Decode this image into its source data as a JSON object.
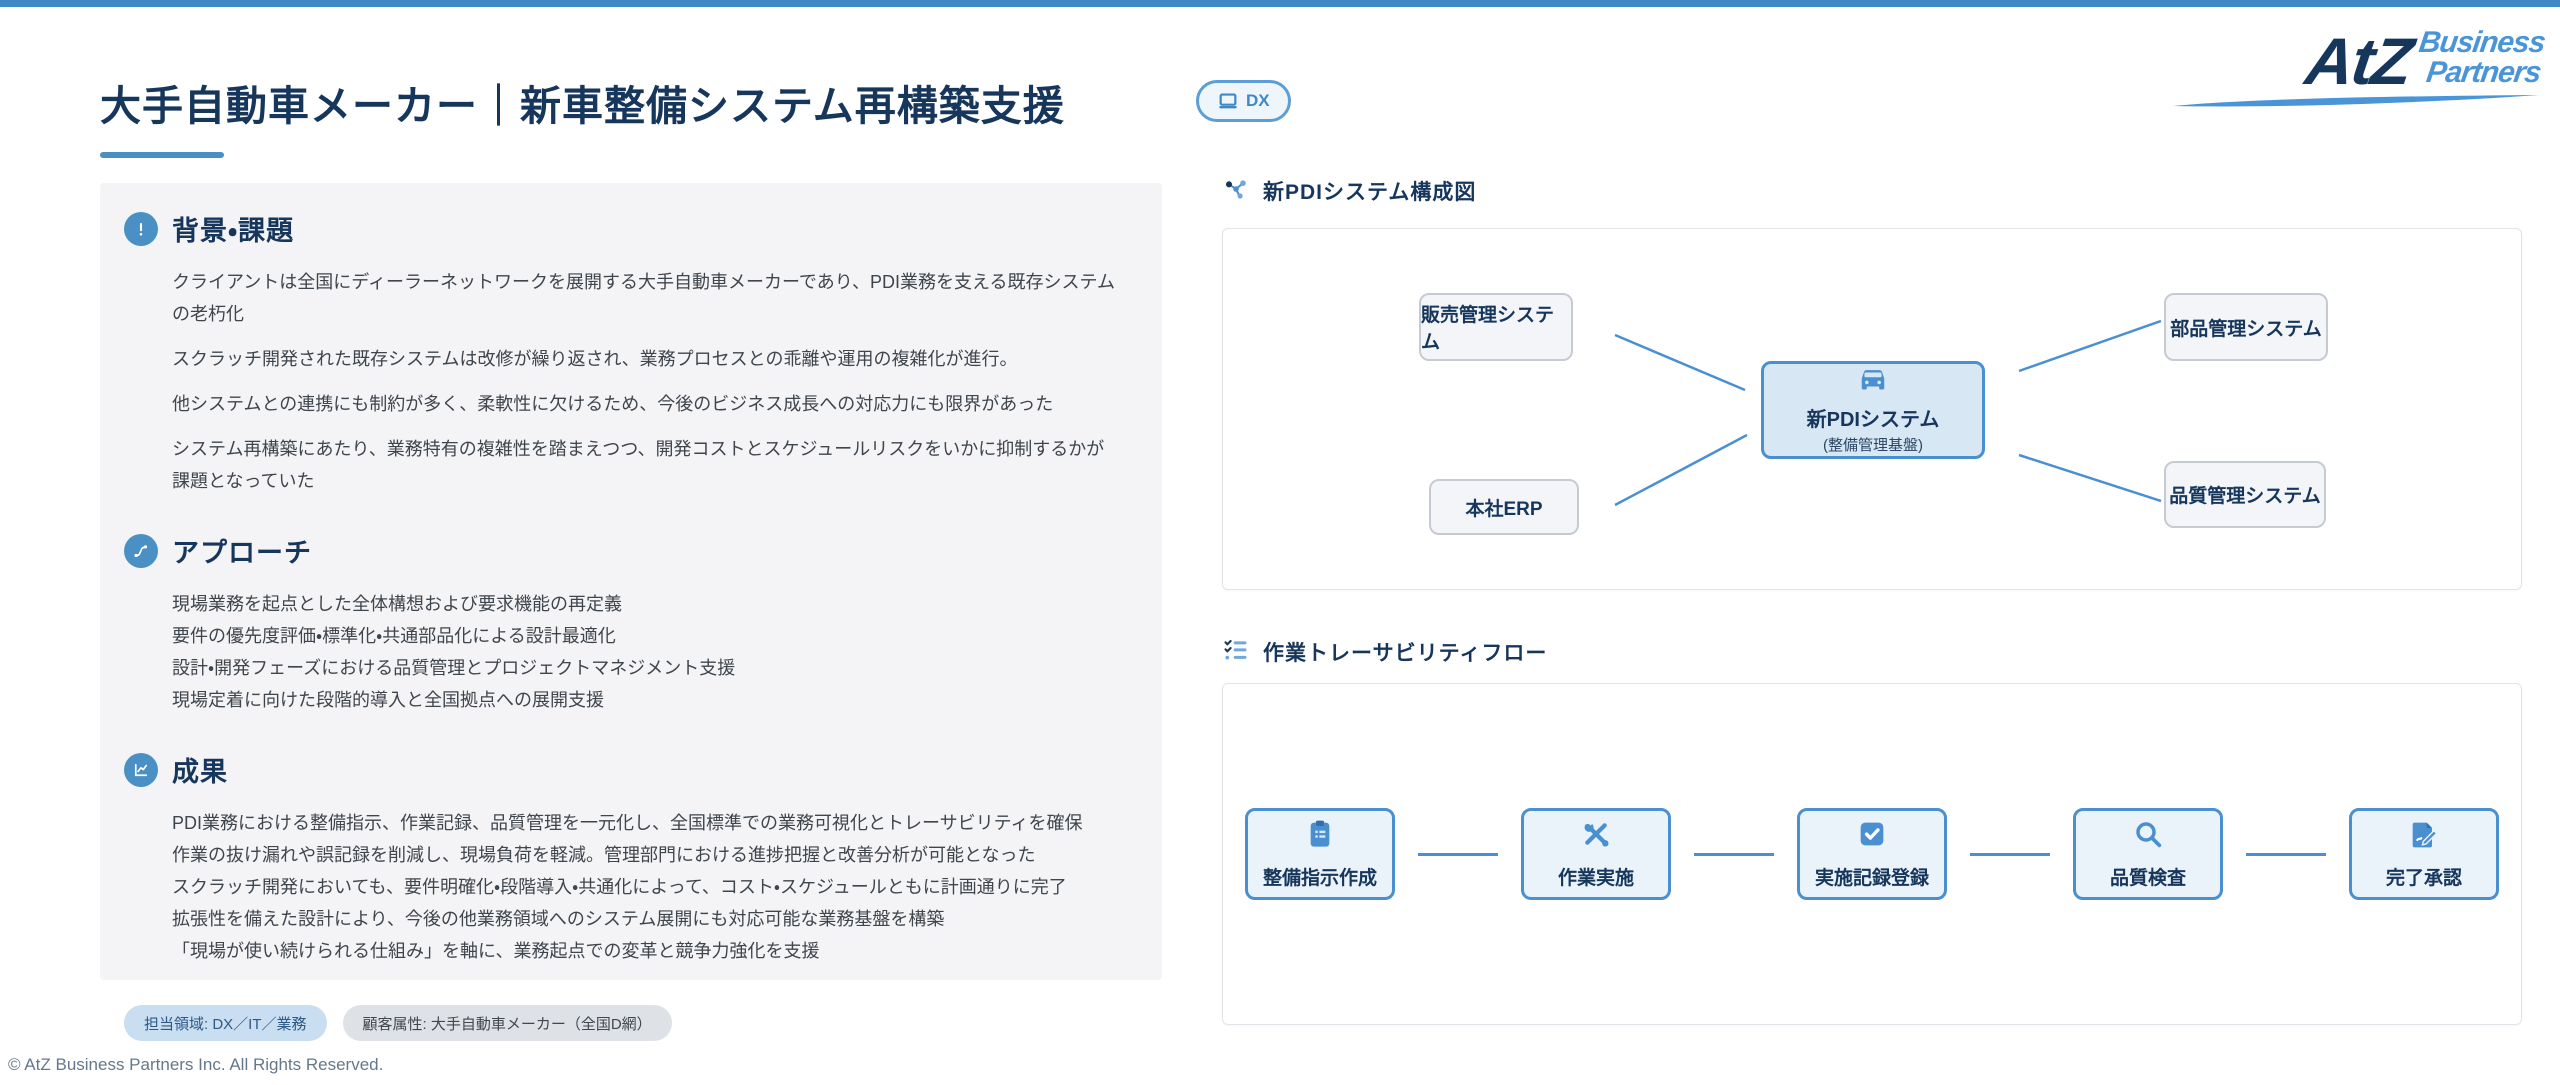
{
  "page": {
    "title": "大手自動車メーカー｜新車整備システム再構築支援",
    "badge_label": "DX",
    "footer": "© AtZ Business Partners Inc. All Rights Reserved."
  },
  "logo": {
    "main": "AtZ",
    "sub_line1": "Business",
    "sub_line2": "Partners"
  },
  "colors": {
    "topbar": "#4288c5",
    "navy": "#17365c",
    "accent_blue": "#4a90d0",
    "icon_circle": "#4a90c4",
    "panel_gray": "#f4f4f6",
    "flow_fill": "#eaf3fa",
    "center_node_fill": "#d8e7f4"
  },
  "case_panel": {
    "sections": [
      {
        "title": "背景・課題",
        "icon": "exclamation-icon",
        "lines": [
          "クライアントは全国にディーラーネットワークを展開する大手自動車メーカーであり、PDI業務を支える既存システムの老朽化",
          "スクラッチ開発された既存システムは改修が繰り返され、業務プロセスとの乖離や運用の複雑化が進行。",
          "他システムとの連携にも制約が多く、柔軟性に欠けるため、今後のビジネス成長への対応力にも限界があった",
          "システム再構築にあたり、業務特有の複雑性を踏まえつつ、開発コストとスケジュールリスクをいかに抑制するかが課題となっていた"
        ]
      },
      {
        "title": "アプローチ",
        "icon": "route-icon",
        "lines": [
          "現場業務を起点とした全体構想および要求機能の再定義",
          "要件の優先度評価・標準化・共通部品化による設計最適化",
          "設計・開発フェーズにおける品質管理とプロジェクトマネジメント支援",
          "現場定着に向けた段階的導入と全国拠点への展開支援"
        ]
      },
      {
        "title": "成果",
        "icon": "chart-icon",
        "lines": [
          "PDI業務における整備指示、作業記録、品質管理を一元化し、全国標準での業務可視化とトレーサビリティを確保",
          "作業の抜け漏れや誤記録を削減し、現場負荷を軽減。管理部門における進捗把握と改善分析が可能となった",
          "スクラッチ開発においても、要件明確化・段階導入・共通化によって、コスト・スケジュールともに計画通りに完了",
          "拡張性を備えた設計により、今後の他業務領域へのシステム展開にも対応可能な業務基盤を構築",
          "「現場が使い続けられる仕組み」を軸に、業務起点での変革と競争力強化を支援"
        ]
      }
    ],
    "tags": [
      {
        "label": "担当領域: DX／IT／業務"
      },
      {
        "label": "顧客属性: 大手自動車メーカー（全国D網）"
      }
    ]
  },
  "diagram": {
    "header": "新PDIシステム構成図",
    "center": {
      "title": "新PDIシステム",
      "subtitle": "(整備管理基盤)"
    },
    "nodes": [
      {
        "label": "販売管理システム"
      },
      {
        "label": "部品管理システム"
      },
      {
        "label": "本社ERP"
      },
      {
        "label": "品質管理システム"
      }
    ]
  },
  "flow": {
    "header": "作業トレーサビリティフロー",
    "steps": [
      {
        "label": "整備指示作成",
        "icon": "clipboard-icon"
      },
      {
        "label": "作業実施",
        "icon": "tools-icon"
      },
      {
        "label": "実施記録登録",
        "icon": "checkbox-icon"
      },
      {
        "label": "品質検査",
        "icon": "magnifier-icon"
      },
      {
        "label": "完了承認",
        "icon": "signature-icon"
      }
    ]
  }
}
